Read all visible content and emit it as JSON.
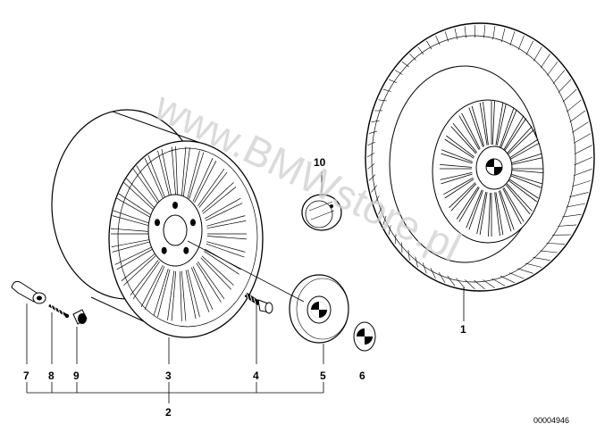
{
  "watermark": "www.BMWstore.pl",
  "document_number": "00004946",
  "callouts": {
    "c1": "1",
    "c2": "2",
    "c3": "3",
    "c4": "4",
    "c5": "5",
    "c6": "6",
    "c7": "7",
    "c8": "8",
    "c9": "9",
    "c10": "10"
  }
}
